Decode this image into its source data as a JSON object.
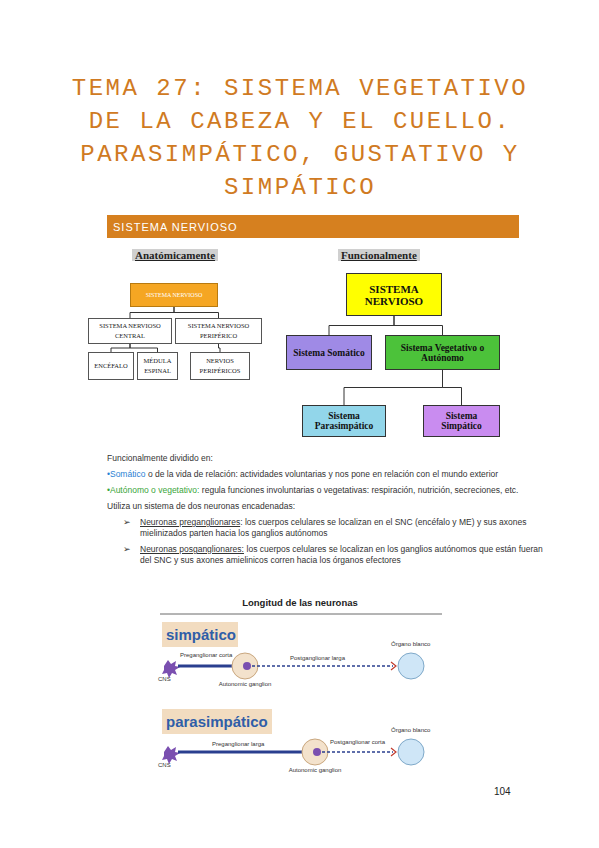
{
  "diagram": {
    "title": "TEMA 27: SISTEMA VEGETATIVO DE LA CABEZA Y EL CUELLO. PARASIMPÁTICO, GUSTATIVO Y SIMPÁTICO",
    "nodes": [
      {
        "text": [
          "SISTEMA NERVIOSO"
        ]
      },
      {
        "text": [
          "SISTEMA NERVIOSO"
        ]
      },
      {
        "text": [
          "SISTEMA NERVIOSO CENTRAL"
        ]
      },
      {
        "text": [
          "SISTEMA NERVIOSO PERIFÉRICO"
        ]
      },
      {
        "text": [
          "ENCÉFALO"
        ]
      },
      {
        "text": [
          "MÉDULA ESPINAL"
        ]
      },
      {
        "text": [
          "NERVIOS PERIFÉRICOS"
        ]
      },
      {
        "text": [
          "SISTEMA NERVIOSO"
        ]
      },
      {
        "text": [
          "Sistema Somático"
        ]
      },
      {
        "text": [
          "Sistema Vegetativo o Autónomo"
        ]
      },
      {
        "text": [
          "Sistema Parasimpático"
        ]
      },
      {
        "text": [
          "Sistema Simpático"
        ]
      },
      {
        "text": [
          "simpático"
        ]
      },
      {
        "text": [
          "parasimpático"
        ]
      }
    ],
    "edges": [
      {
        "from": 1,
        "to": 2,
        "arrow": "none"
      },
      {
        "from": 1,
        "to": 3,
        "arrow": "none"
      },
      {
        "from": 2,
        "to": 4,
        "arrow": "none"
      },
      {
        "from": 2,
        "to": 5,
        "arrow": "none"
      },
      {
        "from": 3,
        "to": 6,
        "arrow": "none"
      },
      {
        "from": 7,
        "to": 8,
        "arrow": "none"
      },
      {
        "from": 7,
        "to": 9,
        "arrow": "none"
      },
      {
        "from": 9,
        "to": 10,
        "arrow": "none"
      },
      {
        "from": 9,
        "to": 11,
        "arrow": "none"
      }
    ],
    "labels": [
      "Anatómicamente",
      "Funcionalmente",
      "Funcionalmente dividido en:",
      "•Somático",
      "o de la vida de relación:  actividades voluntarias y nos pone en relación con el mundo exterior",
      "•Autónomo o vegetativo:",
      "regula funciones involuntarias o vegetativas: respiración, nutrición, secreciones, etc.",
      "Utiliza un sistema de dos neuronas encadenadas:",
      "➢",
      "Neuronas preganglionares",
      ": los cuerpos celulares se localizan en el SNC (encéfalo y ME) y sus axones mielinizados parten hacia los ganglios autónomos",
      "➢",
      "Neuronas posganglionares:",
      "los cuerpos celulares se localizan en los ganglios autónomos que están fueran del SNC y sus axones amielinicos corren hacia los órganos efectores",
      "Longitud de las neuronas",
      "Preganglionar corta",
      "Postganglionar larga",
      "Órgano blanco",
      "CNS",
      "Autonomic ganglion",
      "Preganglionar larga",
      "Postganglionar corta",
      "Órgano blanco",
      "CNS",
      "Autonomic ganglion",
      "104"
    ]
  }
}
